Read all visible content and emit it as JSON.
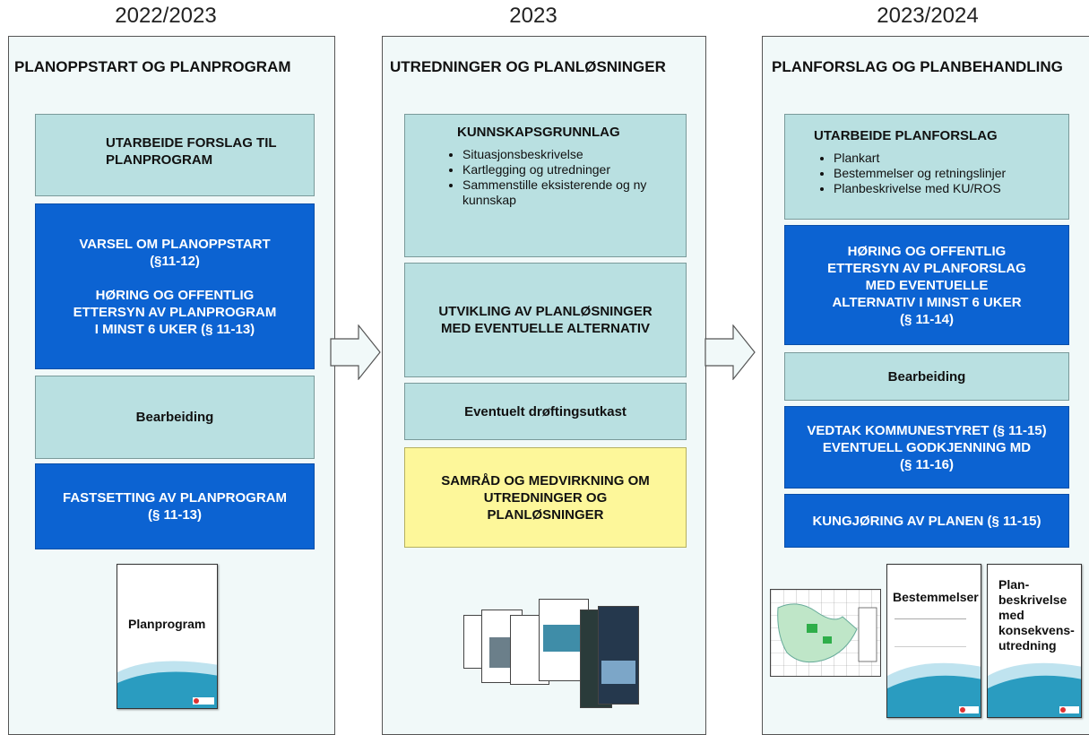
{
  "years": [
    "2022/2023",
    "2023",
    "2023/2024"
  ],
  "columns": [
    {
      "title": "PLANOPPSTART OG PLANPROGRAM",
      "boxes": [
        {
          "text": "UTARBEIDE FORSLAG TIL PLANPROGRAM"
        },
        {
          "lines": [
            "VARSEL OM PLANOPPSTART",
            "(§11-12)",
            "",
            "HØRING OG OFFENTLIG",
            "ETTERSYN AV PLANPROGRAM",
            "I MINST 6 UKER (§ 11-13)"
          ]
        },
        {
          "text": "Bearbeiding"
        },
        {
          "lines": [
            "FASTSETTING AV PLANPROGRAM",
            "(§ 11-13)"
          ]
        }
      ],
      "doc": {
        "title": "Planprogram"
      }
    },
    {
      "title": "UTREDNINGER OG PLANLØSNINGER",
      "boxes": [
        {
          "heading": "KUNNSKAPSGRUNNLAG",
          "bullets": [
            "Situasjonsbeskrivelse",
            "Kartlegging og utredninger",
            "Sammenstille eksisterende og ny kunnskap"
          ]
        },
        {
          "lines": [
            "UTVIKLING AV PLANLØSNINGER",
            "MED EVENTUELLE ALTERNATIV"
          ]
        },
        {
          "text": "Eventuelt drøftingsutkast"
        },
        {
          "lines": [
            "SAMRÅD OG MEDVIRKNING OM",
            "UTREDNINGER OG",
            "PLANLØSNINGER"
          ]
        }
      ]
    },
    {
      "title": "PLANFORSLAG OG PLANBEHANDLING",
      "boxes": [
        {
          "heading": "UTARBEIDE PLANFORSLAG",
          "bullets": [
            "Plankart",
            "Bestemmelser og retningslinjer",
            "Planbeskrivelse med KU/ROS"
          ]
        },
        {
          "lines": [
            "HØRING OG OFFENTLIG",
            "ETTERSYN AV PLANFORSLAG",
            "MED EVENTUELLE",
            "ALTERNATIV I MINST 6 UKER",
            "(§ 11-14)"
          ]
        },
        {
          "text": "Bearbeiding"
        },
        {
          "lines": [
            "VEDTAK KOMMUNESTYRET (§ 11-15)",
            "EVENTUELL GODKJENNING MD",
            "(§ 11-16)"
          ]
        },
        {
          "text": "KUNGJØRING AV PLANEN (§ 11-15)"
        }
      ],
      "docs": [
        {
          "title": "Bestemmelser"
        },
        {
          "lines": [
            "Plan-",
            "beskrivelse",
            "med",
            "konsekvens-",
            "utredning"
          ]
        }
      ]
    }
  ],
  "colors": {
    "teal": "#b9e0e1",
    "blue": "#0c63d2",
    "yellow": "#fdf79a",
    "panel": "#f1f9f9"
  }
}
